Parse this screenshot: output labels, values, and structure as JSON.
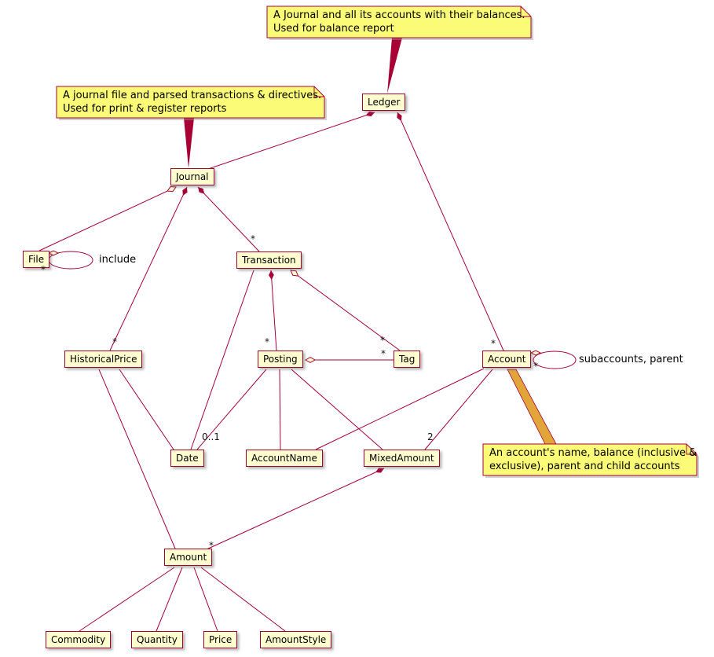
{
  "colors": {
    "line": "#A80036",
    "class_fill": "#FEFECE",
    "note_fill": "#FBFB77",
    "note3_connector": "#E2A53A"
  },
  "notes": {
    "ledger": {
      "line1": "A Journal and all its accounts with their balances.",
      "line2": "Used for balance report"
    },
    "journal": {
      "line1": "A journal file and parsed transactions & directives.",
      "line2": "Used for print & register reports"
    },
    "account": {
      "line1": "An account's name, balance (inclusive &",
      "line2": "exclusive), parent and child accounts"
    }
  },
  "classes": {
    "ledger": "Ledger",
    "journal": "Journal",
    "file": "File",
    "transaction": "Transaction",
    "historical_price": "HistoricalPrice",
    "posting": "Posting",
    "tag": "Tag",
    "account": "Account",
    "date": "Date",
    "account_name": "AccountName",
    "mixed_amount": "MixedAmount",
    "amount": "Amount",
    "commodity": "Commodity",
    "quantity": "Quantity",
    "price": "Price",
    "amount_style": "AmountStyle"
  },
  "multiplicities": {
    "ledger_account": "*",
    "journal_transaction": "*",
    "journal_historical_price": "*",
    "transaction_posting": "*",
    "transaction_tag": "*",
    "posting_tag": "*",
    "posting_date": "0..1",
    "account_mixed_amount": "2",
    "mixed_amount_amount": "*",
    "file_include": "*",
    "account_subaccounts": "*"
  },
  "edge_labels": {
    "include": "include",
    "subaccounts": "subaccounts, parent"
  }
}
